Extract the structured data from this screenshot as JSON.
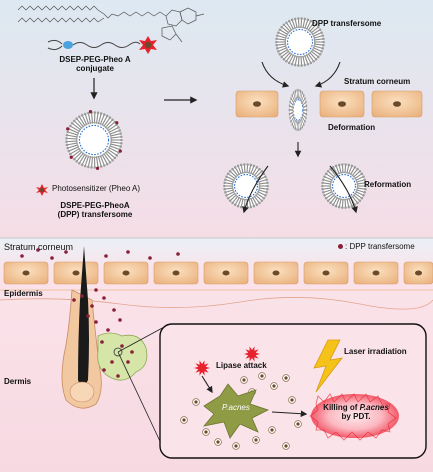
{
  "top": {
    "conjugate_label_line1": "DSEP-PEG-Pheo A",
    "conjugate_label_line2": "conjugate",
    "photosensitizer_legend": "Photosensitizer (Pheo A)",
    "transfersome_label_line1": "DSPE-PEG-PheoA",
    "transfersome_label_line2": "(DPP) transfersome",
    "dpp_transfersome": "DPP transfersome",
    "stratum_corneum": "Stratum corneum",
    "deformation": "Deformation",
    "reformation": "Reformation"
  },
  "bottom": {
    "stratum_corneum": "Stratum corneum",
    "dpp_legend": ": DPP transfersome",
    "epidermis": "Epidermis",
    "dermis": "Dermis",
    "laser": "Laser irradiation",
    "lipase": "Lipase attack",
    "pacnes": "P.acnes",
    "killing_line1_prefix": "Killing of ",
    "killing_line1_italic": "P.acnes",
    "killing_line2": "by PDT."
  },
  "colors": {
    "top_bg_start": "#dde9f2",
    "top_bg_end": "#f5dde6",
    "bottom_bg": "#fbe3ea",
    "cell_fill": "#f2c59a",
    "nucleus": "#6b4a2a",
    "dot": "#8a1f3a",
    "burst": "#e8222c",
    "laser": "#f5c21a",
    "bacteria": "#8f9b45",
    "killing_glow": "#f25a6a",
    "membrane": "#2a6fd1"
  }
}
